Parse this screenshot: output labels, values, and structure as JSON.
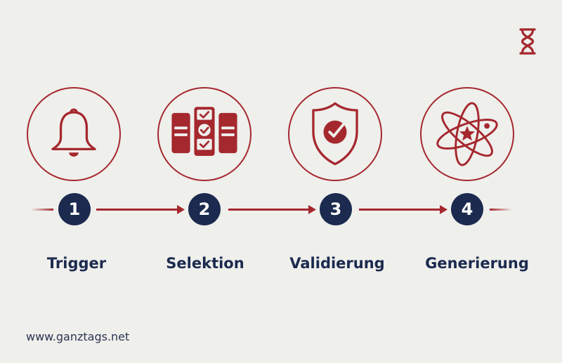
{
  "brand": {
    "logo_icon": "hourglass-icon",
    "website": "www.ganztags.net"
  },
  "colors": {
    "accent": "#a5282e",
    "navy": "#1b2a4e",
    "background": "#efefec"
  },
  "steps": [
    {
      "number": "1",
      "label": "Trigger",
      "icon": "bell-icon"
    },
    {
      "number": "2",
      "label": "Selektion",
      "icon": "selection-columns-icon"
    },
    {
      "number": "3",
      "label": "Validierung",
      "icon": "shield-check-icon"
    },
    {
      "number": "4",
      "label": "Generierung",
      "icon": "atom-star-icon"
    }
  ]
}
